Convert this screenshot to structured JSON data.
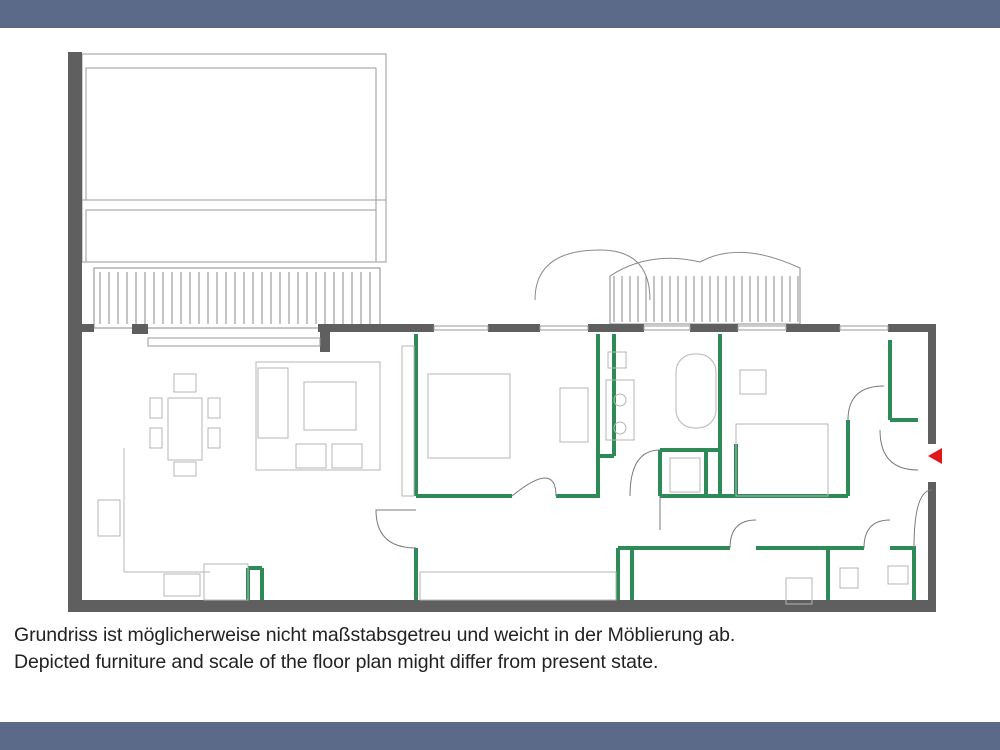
{
  "colors": {
    "banner": "#5b6a88",
    "wall": "#606060",
    "partition_green": "#2e8b57",
    "entry_marker": "#e0161b",
    "furniture_line": "#b5b5b5"
  },
  "caption": {
    "line1": "Grundriss ist möglicherweise nicht maßstabsgetreu und weicht in der Möblierung ab.",
    "line2": "Depicted furniture and scale of the floor plan might differ from present state."
  },
  "icons": {
    "entry": "red-triangle-entry-marker"
  }
}
